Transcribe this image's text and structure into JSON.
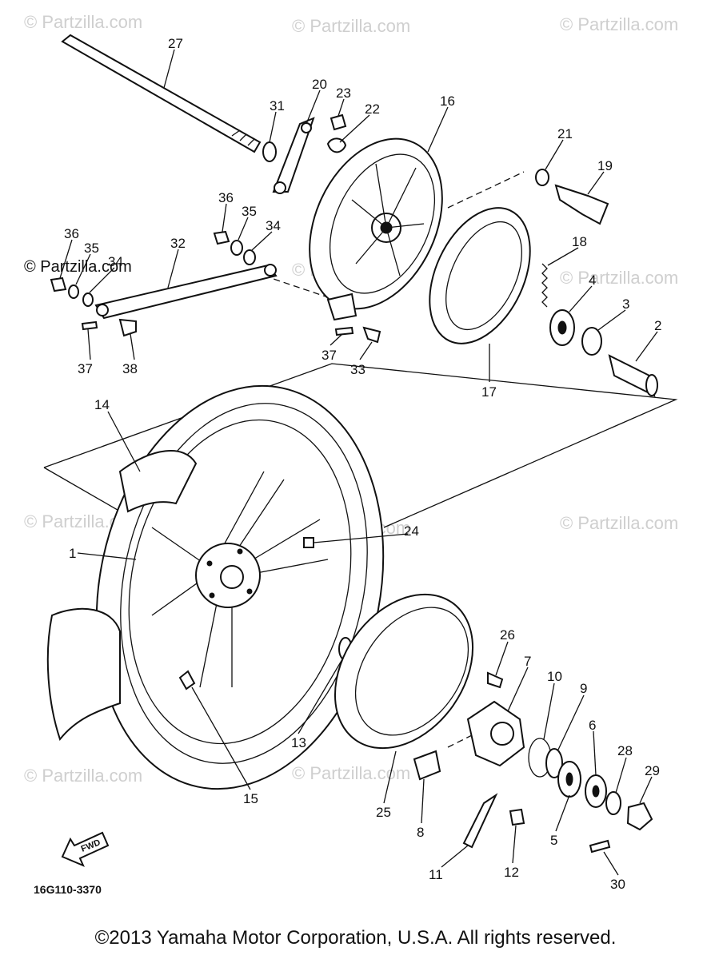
{
  "watermarks": [
    "© Partzilla.com",
    "© Partzilla.com",
    "© Partzilla.com",
    "© Partzilla.com",
    "© Partzilla.com",
    "© Partzilla.com",
    "© Partzilla.com",
    "© Partzilla.com",
    "© Partzilla.com",
    "© Partzilla.com"
  ],
  "diagram_code": "16G110-3370",
  "front_arrow_label": "FWD",
  "copyright": "©2013 Yamaha Motor Corporation, U.S.A. All rights reserved.",
  "callouts": [
    "27",
    "31",
    "20",
    "23",
    "22",
    "16",
    "21",
    "19",
    "36",
    "35",
    "34",
    "36",
    "35",
    "34",
    "32",
    "18",
    "4",
    "3",
    "2",
    "37",
    "38",
    "37",
    "33",
    "17",
    "14",
    "24",
    "1",
    "26",
    "7",
    "10",
    "9",
    "6",
    "28",
    "29",
    "13",
    "25",
    "8",
    "5",
    "15",
    "11",
    "12",
    "30"
  ]
}
